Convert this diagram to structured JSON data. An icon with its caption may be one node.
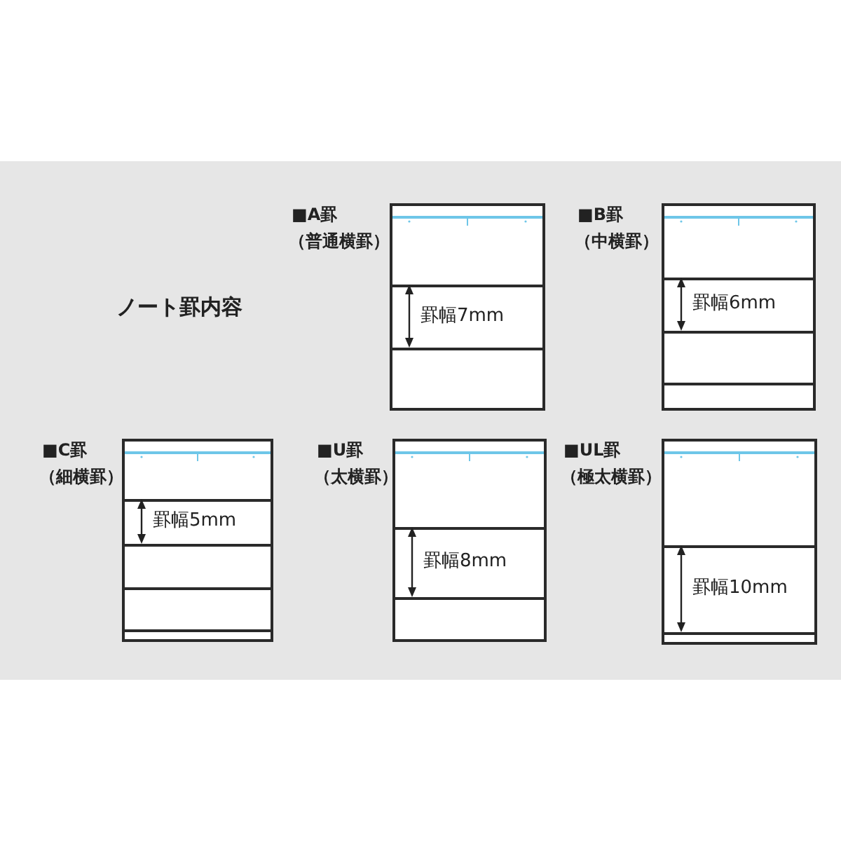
{
  "diagram": {
    "title": "ノート罫内容",
    "nodes": [
      {
        "text": [
          "■A罫",
          "（普通横罫）",
          "罫幅7mm"
        ]
      },
      {
        "text": [
          "■B罫",
          "（中横罫）",
          "罫幅6mm"
        ]
      },
      {
        "text": [
          "■C罫",
          "（細横罫）",
          "罫幅5mm"
        ]
      },
      {
        "text": [
          "■U罫",
          "（太横罫）",
          "罫幅8mm"
        ]
      },
      {
        "text": [
          "■UL罫",
          "（極太横罫）",
          "罫幅10mm"
        ]
      }
    ],
    "edges": []
  }
}
